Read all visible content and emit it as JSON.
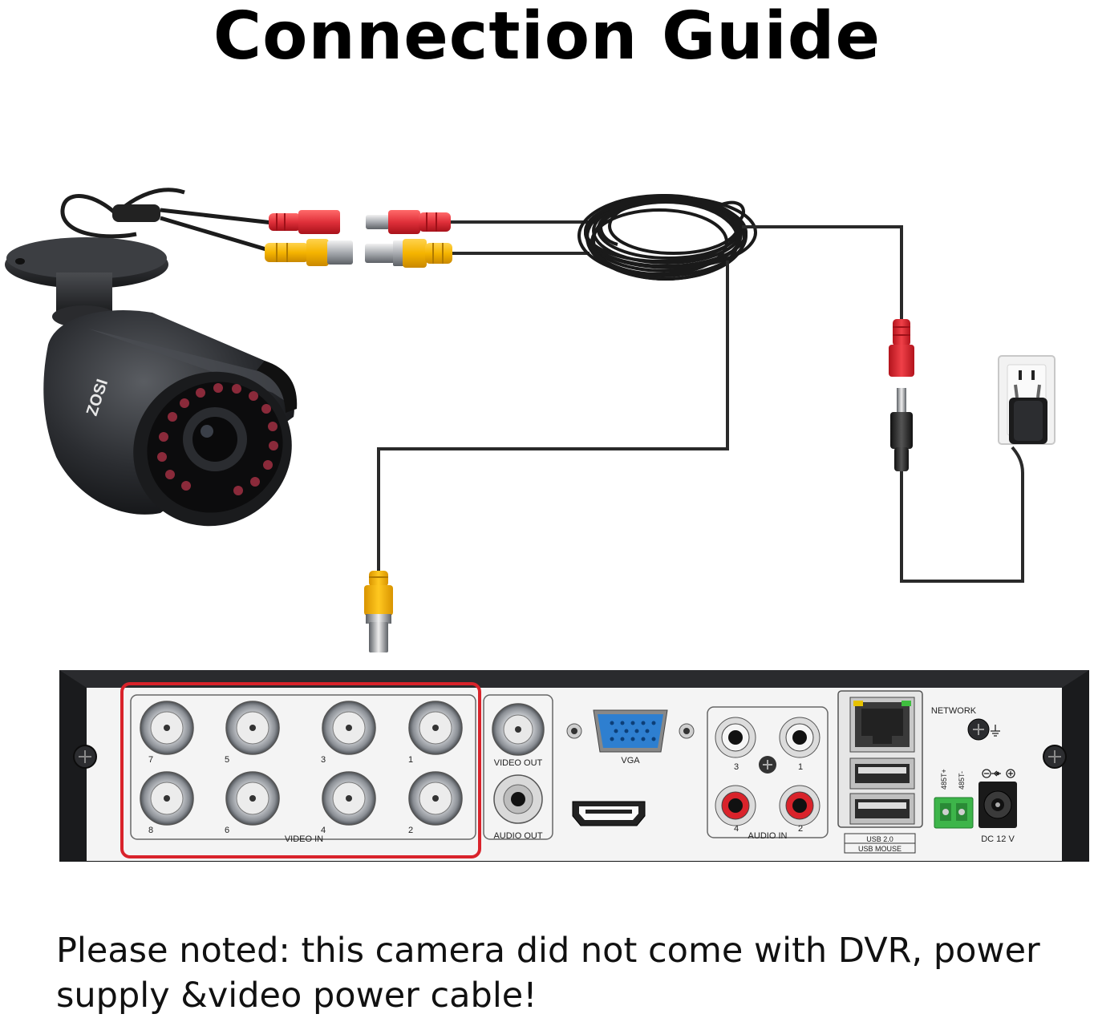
{
  "title": "Connection Guide",
  "note": "Please noted: this camera did not come with DVR, power supply &video power cable!",
  "camera": {
    "brand": "ZOSI"
  },
  "dvr": {
    "video_in_label": "VIDEO IN",
    "video_out_label": "VIDEO OUT",
    "audio_out_label": "AUDIO OUT",
    "vga_label": "VGA",
    "audio_in_label": "AUDIO IN",
    "network_label": "NETWORK",
    "usb_label": "USB 2.0",
    "usb_mouse_label": "USB MOUSE",
    "dc_label": "DC 12 V",
    "rs485_plus": "485T+",
    "rs485_minus": "485T-",
    "video_in_ports": [
      "7",
      "5",
      "3",
      "1",
      "8",
      "6",
      "4",
      "2"
    ],
    "audio_in_ports": [
      "3",
      "1",
      "4",
      "2"
    ]
  },
  "colors": {
    "highlight": "#d9232b",
    "power_plug": "#e0303a",
    "video_plug": "#f5b400",
    "cable": "#2a2a2a",
    "dvr_panel": "#f4f4f4",
    "dvr_frame": "#1e1e1e"
  }
}
